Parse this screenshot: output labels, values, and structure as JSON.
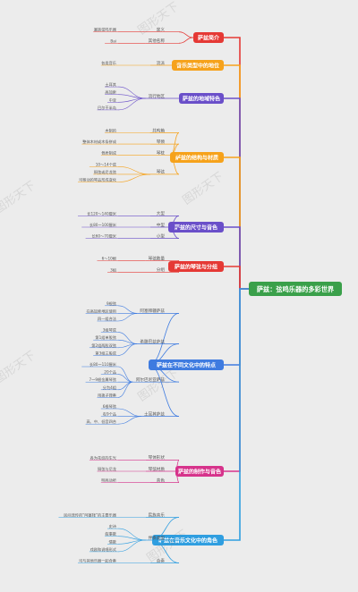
{
  "colors": {
    "center": "#3aa04a",
    "red": "#e53935",
    "orange": "#f6a21b",
    "purple": "#6a4fc9",
    "blue": "#3e7be0",
    "pink": "#d6338b",
    "sky": "#2f9ee0",
    "leaf_text": "#555555",
    "line_gray": "#b8b8b8"
  },
  "center": {
    "label": "萨兹：弦鸣乐器的多彩世界"
  },
  "branches": [
    {
      "id": "intro",
      "label": "萨兹简介",
      "color": "red",
      "subs": [
        {
          "label": "定义",
          "leaves": [
            "塞族弦鸣乐器"
          ]
        },
        {
          "label": "其他名称",
          "leaves": [
            "Bai"
          ]
        }
      ]
    },
    {
      "id": "status",
      "label": "音乐类型中的地位",
      "color": "orange",
      "subs": [
        {
          "label": "流派",
          "leaves": [
            "各类音乐"
          ]
        }
      ]
    },
    {
      "id": "region",
      "label": "萨兹的地域特色",
      "color": "purple",
      "subs": [
        {
          "label": "流行地区",
          "leaves": [
            "土耳其",
            "高加索",
            "中亚",
            "巴尔干半岛"
          ]
        }
      ]
    },
    {
      "id": "structure",
      "label": "萨兹的结构与材质",
      "color": "orange",
      "subs": [
        {
          "label": "共鸣箱",
          "leaves": [
            "木制的"
          ]
        },
        {
          "label": "琴颈",
          "leaves": [
            "整体木材或木条拼成"
          ]
        },
        {
          "label": "琴枕",
          "leaves": [
            "骨质制成"
          ]
        },
        {
          "label": "琴弦",
          "leaves": [
            "10～14个弦",
            "铜弦或尼龙弦",
            "可移动的琴品形成变化"
          ]
        }
      ]
    },
    {
      "id": "size",
      "label": "萨兹的尺寸与音色",
      "color": "purple",
      "subs": [
        {
          "label": "大型",
          "leaves": [
            "长120～140厘米"
          ]
        },
        {
          "label": "中型",
          "leaves": [
            "长80～100厘米"
          ]
        },
        {
          "label": "小型",
          "leaves": [
            "长60～70厘米"
          ]
        }
      ]
    },
    {
      "id": "fret",
      "label": "萨兹的琴弦与分组",
      "color": "red",
      "subs": [
        {
          "label": "琴弦数量",
          "leaves": [
            "6～10根"
          ]
        },
        {
          "label": "分组",
          "leaves": [
            "3组"
          ]
        }
      ]
    },
    {
      "id": "culture",
      "label": "萨兹在不同文化中的特点",
      "color": "blue",
      "subs": [
        {
          "label": "阿塞拜疆萨兹",
          "leaves": [
            "9根弦",
            "在高加索地区使用",
            "四一组合法"
          ]
        },
        {
          "label": "希腊巴兹萨兹",
          "leaves": [
            "3组琴弦",
            "第1组单股弦",
            "第2组两股双弦",
            "第3组三股弦"
          ]
        },
        {
          "label": "阿尔巴尼亚萨兹",
          "leaves": [
            "长80～110厘米",
            "20个品",
            "7～9根金属琴弦",
            "分为4组",
            "用拨子弹奏"
          ]
        },
        {
          "label": "土耳其萨兹",
          "leaves": [
            "6根琴弦",
            "有9个品",
            "高、中、低音四合"
          ]
        }
      ]
    },
    {
      "id": "craft",
      "label": "萨兹的制作与音色",
      "color": "pink",
      "subs": [
        {
          "label": "琴体形状",
          "leaves": [
            "各为花纹的生光"
          ]
        },
        {
          "label": "琴弦材质",
          "leaves": [
            "铜弦与尼龙"
          ]
        },
        {
          "label": "音色",
          "leaves": [
            "明亮动听"
          ]
        }
      ]
    },
    {
      "id": "art",
      "label": "萨兹在音乐文化中的角色",
      "color": "sky",
      "subs": [
        {
          "label": "民族音乐",
          "leaves": [
            "民间流传的“阿塞拜”的主要乐器"
          ]
        },
        {
          "label": "伴奏类型",
          "leaves": [
            "史诗",
            "叙事歌",
            "情歌",
            "戏剧和说唱形式"
          ]
        },
        {
          "label": "合奏",
          "leaves": [
            "可与其他乐器一起合奏"
          ]
        }
      ]
    }
  ],
  "watermark": "图形天下"
}
